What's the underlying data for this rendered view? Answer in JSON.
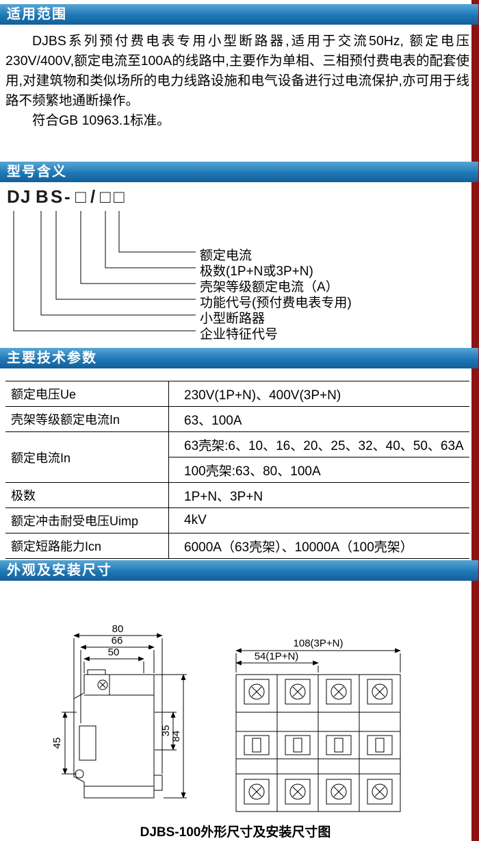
{
  "page": {
    "accent_blue": "#1e78b6",
    "accent_red": "#8e1212"
  },
  "scope": {
    "title": "适用范围",
    "paragraph": "DJBS系列预付费电表专用小型断路器,适用于交流50Hz, 额定电压230V/400V,额定电流至100A的线路中,主要作为单相、三相预付费电表的配套使用,对建筑物和类似场所的电力线路设施和电气设备进行过电流保护,亦可用于线路不频繁地通断操作。",
    "standard": "符合GB 10963.1标准。"
  },
  "model": {
    "title": "型号含义",
    "chars": [
      "D",
      "J",
      "B",
      "S",
      "-",
      "□",
      "/",
      "□",
      "□"
    ],
    "labels": [
      "额定电流",
      "极数(1P+N或3P+N)",
      "壳架等级额定电流（A）",
      "功能代号(预付费电表专用)",
      "小型断路器",
      "企业特征代号"
    ]
  },
  "params": {
    "title": "主要技术参数",
    "rows": [
      {
        "name": "额定电压Ue",
        "value": "230V(1P+N)、400V(3P+N)"
      },
      {
        "name": "壳架等级额定电流In",
        "value": "63、100A"
      },
      {
        "name": "额定电流In",
        "value1": "63壳架:6、10、16、20、25、32、40、50、63A",
        "value2": "100壳架:63、80、100A"
      },
      {
        "name": "极数",
        "value": "1P+N、3P+N"
      },
      {
        "name": "额定冲击耐受电压Uimp",
        "value": "4kV"
      },
      {
        "name": "额定短路能力Icn",
        "value": "6000A（63壳架）、10000A（100壳架）"
      }
    ]
  },
  "dimensions": {
    "title": "外观及安装尺寸",
    "caption": "DJBS-100外形尺寸及安装尺寸图",
    "side_view": {
      "d80": "80",
      "d66": "66",
      "d50": "50",
      "d45": "45",
      "d35": "35",
      "d84": "84"
    },
    "front_view": {
      "d108": "108(3P+N)",
      "d54": "54(1P+N)"
    }
  }
}
